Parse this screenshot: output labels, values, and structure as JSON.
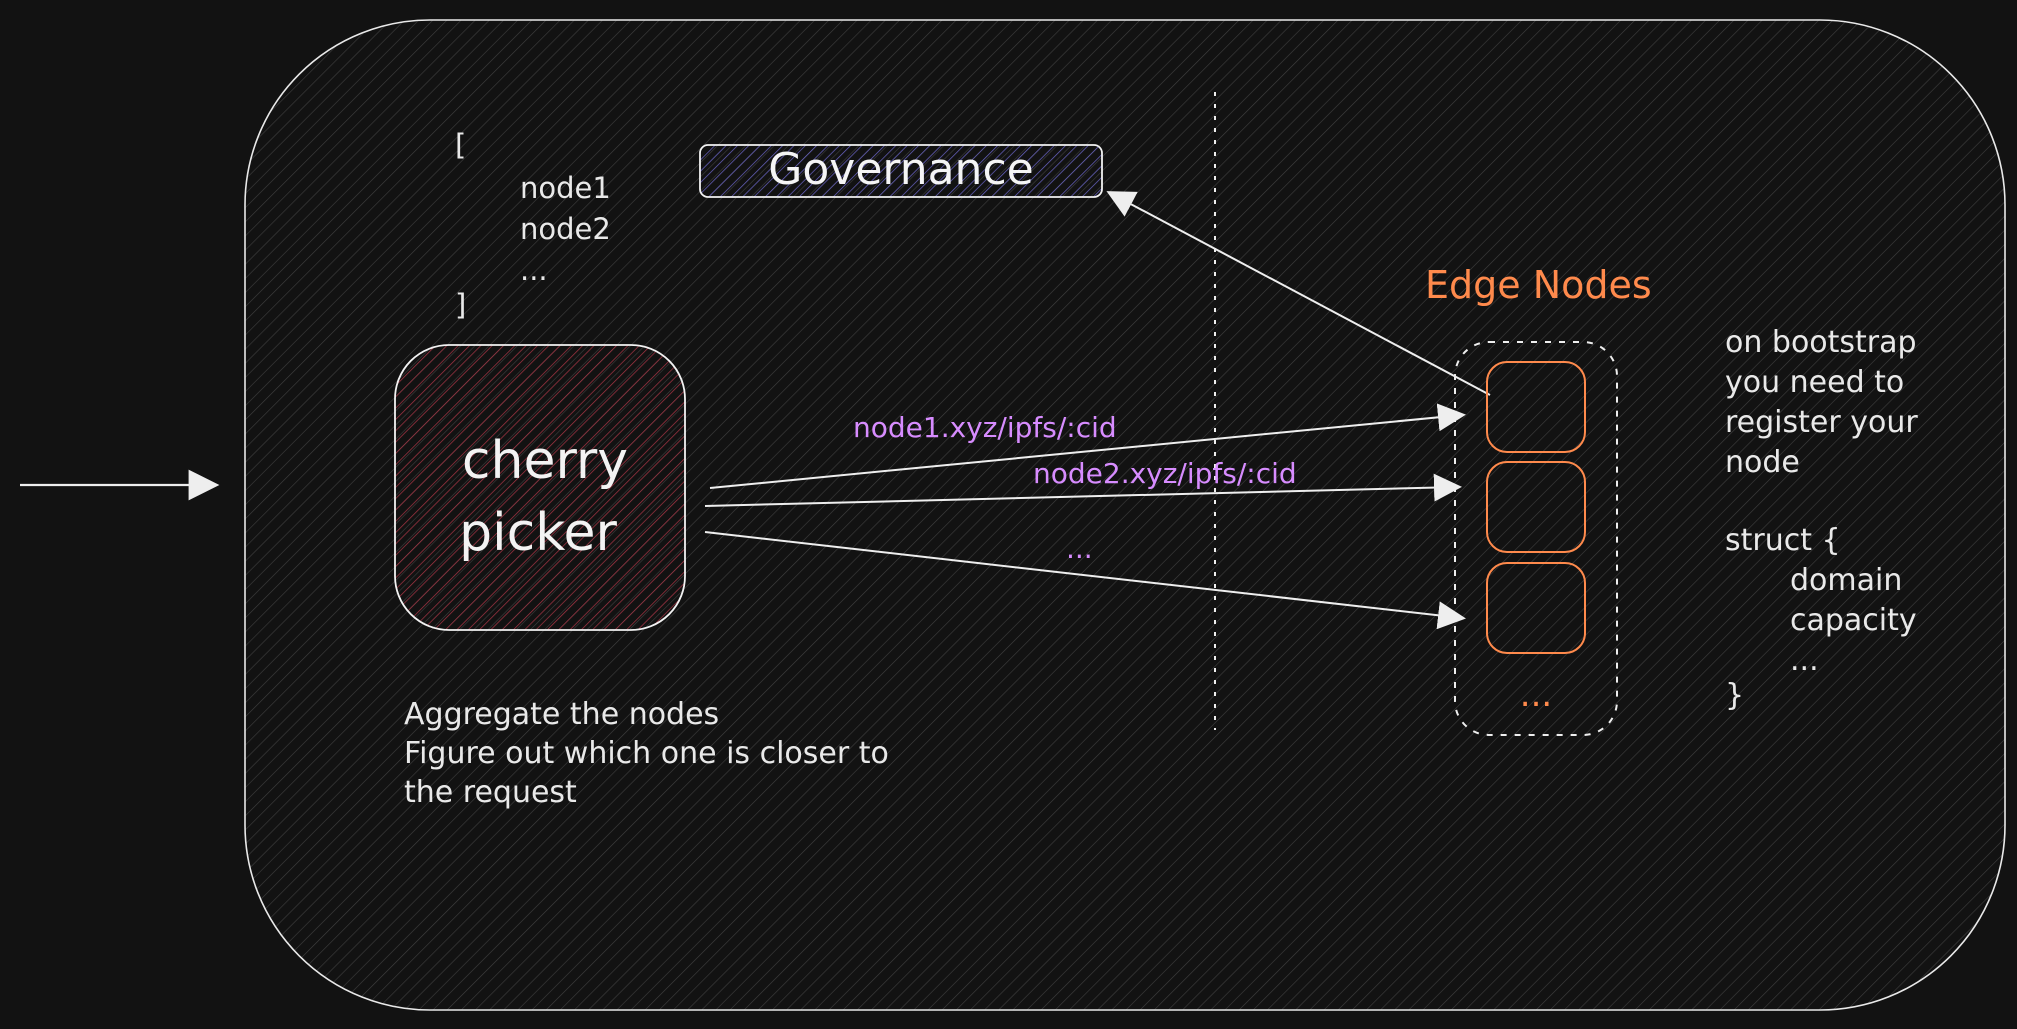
{
  "governance": {
    "label": "Governance"
  },
  "node_list": {
    "open": "[",
    "items": [
      "node1",
      "node2",
      "..."
    ],
    "close": "]"
  },
  "cherry_picker": {
    "line1": "cherry",
    "line2": "picker"
  },
  "description": {
    "line1": "Aggregate the nodes",
    "line2": "Figure out which one is closer to",
    "line3": "the request"
  },
  "routes": {
    "route1": "node1.xyz/ipfs/:cid",
    "route2": "node2.xyz/ipfs/:cid",
    "route3": "..."
  },
  "edge_nodes": {
    "title": "Edge Nodes",
    "more": "..."
  },
  "bootstrap": {
    "line1": "on bootstrap",
    "line2": "you need to",
    "line3": "register your",
    "line4": "node"
  },
  "struct": {
    "open": "struct {",
    "fields": [
      "domain",
      "capacity",
      "..."
    ],
    "close": "}"
  },
  "colors": {
    "background": "#121212",
    "stroke": "#eeeeee",
    "accent_orange": "#ff8a4c",
    "accent_purple": "#d78cff",
    "cherry_fill": "#b33a48",
    "governance_fill": "#6f6ad8"
  }
}
